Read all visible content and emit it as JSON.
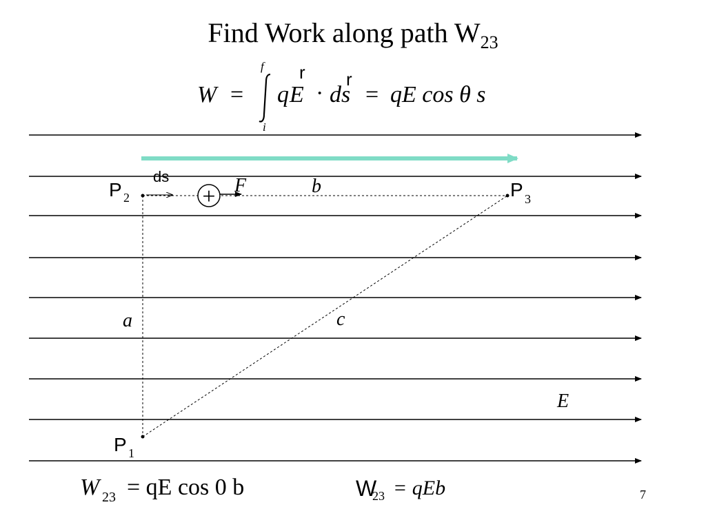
{
  "slide": {
    "title_main": "Find Work along path W",
    "title_sub": "23",
    "page_number": "7"
  },
  "formula": {
    "lhs": "W",
    "eq1": "=",
    "upper_limit": "f",
    "lower_limit": "i",
    "integrand_q": "q",
    "integrand_E": "E",
    "dot": "·",
    "integrand_ds": "ds",
    "vec_mark_E": "r",
    "vec_mark_s": "r",
    "eq2": "=",
    "rhs": "qE cos θ s"
  },
  "diagram": {
    "labels": {
      "p2": "P",
      "p2_sub": "2",
      "p3": "P",
      "p3_sub": "3",
      "p1": "P",
      "p1_sub": "1",
      "ds": "ds",
      "force": "F",
      "side_b": "b",
      "side_a": "a",
      "side_c": "c",
      "field": "E",
      "charge": "+"
    },
    "colors": {
      "field_lines": "#000000",
      "path_arrow": "#7fdcc6",
      "dashed": "#000000"
    }
  },
  "results": {
    "eq1_lhs": "W",
    "eq1_sub": "23",
    "eq1_rhs": "= qE cos 0  b",
    "eq2_lhs": "W",
    "eq2_sub": "23",
    "eq2_rhs": "= qEb"
  }
}
